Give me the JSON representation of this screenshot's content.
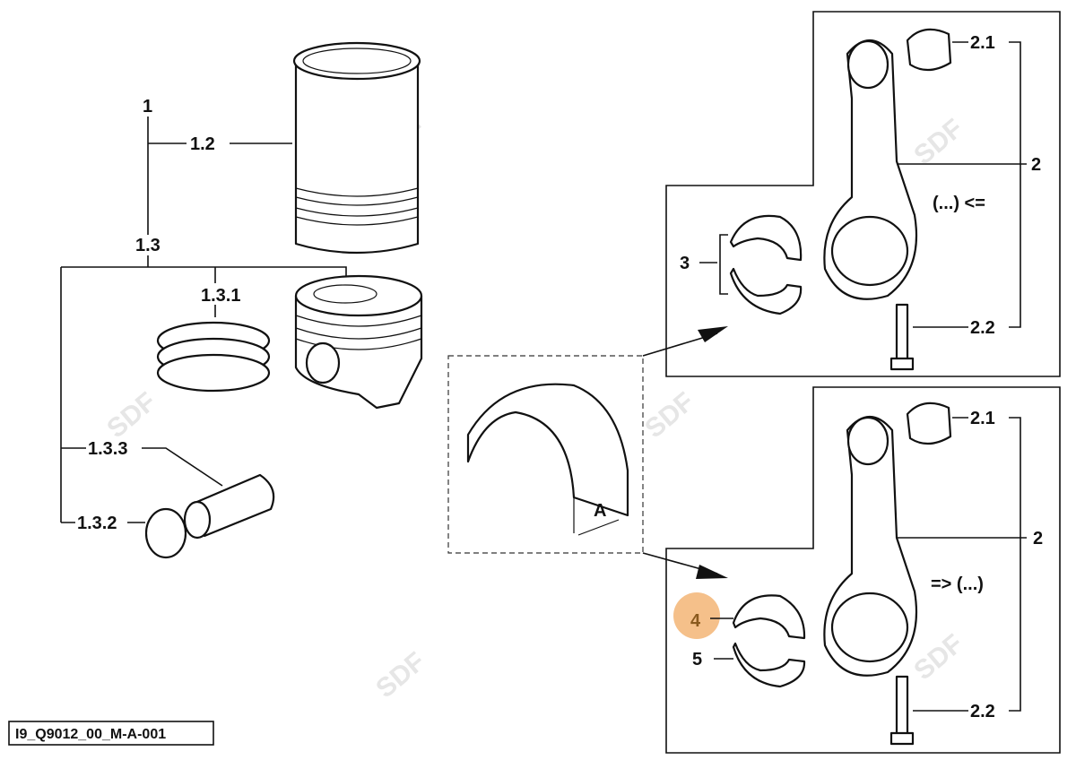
{
  "diagram": {
    "drawing_id": "I9_Q9012_00_M-A-001",
    "watermark": "SDF",
    "highlight_color": "#f5c08a",
    "highlight_text_color": "#8a5a1e",
    "labels": {
      "l1": "1",
      "l1_2": "1.2",
      "l1_3": "1.3",
      "l1_3_1": "1.3.1",
      "l1_3_3": "1.3.3",
      "l1_3_2": "1.3.2",
      "top": {
        "l2_1": "2.1",
        "l2": "2",
        "note": "(...) <=",
        "l3": "3",
        "l2_2": "2.2"
      },
      "bottom": {
        "l2_1": "2.1",
        "l2": "2",
        "note": "=> (...)",
        "l4": "4",
        "l5": "5",
        "l2_2": "2.2"
      },
      "detail": "A"
    }
  }
}
